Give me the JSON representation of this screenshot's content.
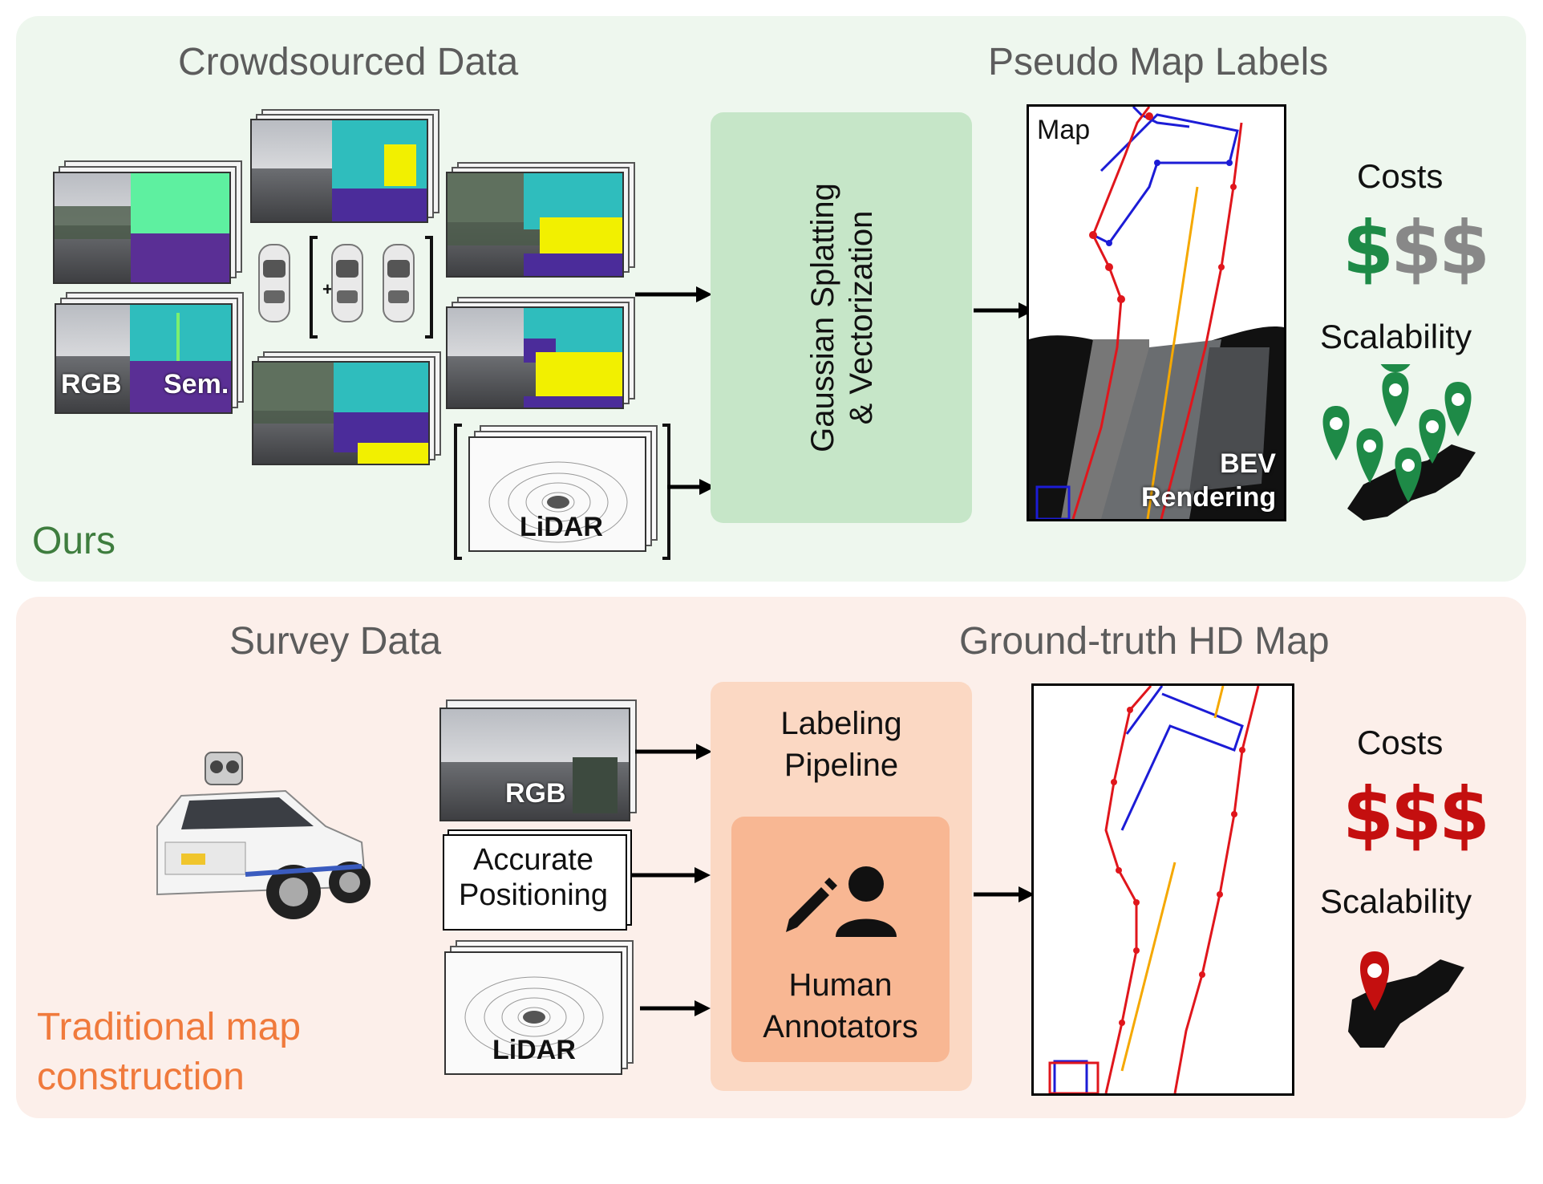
{
  "ours": {
    "section_title_left": "Crowdsourced Data",
    "section_title_right": "Pseudo Map Labels",
    "side_label": "Ours",
    "rgb_label": "RGB",
    "sem_label": "Sem.",
    "plus_label": "+",
    "lidar_label": "LiDAR",
    "process_label_line1": "Gaussian Splatting",
    "process_label_line2": "& Vectorization",
    "map_label": "Map",
    "bev_label_line1": "BEV",
    "bev_label_line2": "Rendering",
    "costs_label": "Costs",
    "costs_symbols": [
      "$",
      "$",
      "$"
    ],
    "scalability_label": "Scalability"
  },
  "traditional": {
    "section_title_left": "Survey Data",
    "section_title_right": "Ground-truth HD Map",
    "side_label_line1": "Traditional map",
    "side_label_line2": "construction",
    "rgb_label": "RGB",
    "positioning_line1": "Accurate",
    "positioning_line2": "Positioning",
    "lidar_label": "LiDAR",
    "pipeline_line1": "Labeling",
    "pipeline_line2": "Pipeline",
    "annotators_line1": "Human",
    "annotators_line2": "Annotators",
    "costs_label": "Costs",
    "costs_symbols": [
      "$",
      "$",
      "$"
    ],
    "scalability_label": "Scalability"
  },
  "colors": {
    "ours_bg": "#eef7ee",
    "trad_bg": "#fcefea",
    "ours_accent": "#3e7d3e",
    "trad_accent": "#f07a3c",
    "process_green": "#c6e6c8",
    "pipeline_orange": "#fbd8c3",
    "annotator_orange": "#f8b793",
    "cost_green": "#1e8a47",
    "cost_gray": "#888888",
    "cost_red": "#c40f0f",
    "pin_green": "#1e8a47",
    "pin_red": "#c40f0f",
    "map_blue": "#1c1cd6",
    "map_red": "#e0161c",
    "map_yellow": "#f5a800"
  }
}
